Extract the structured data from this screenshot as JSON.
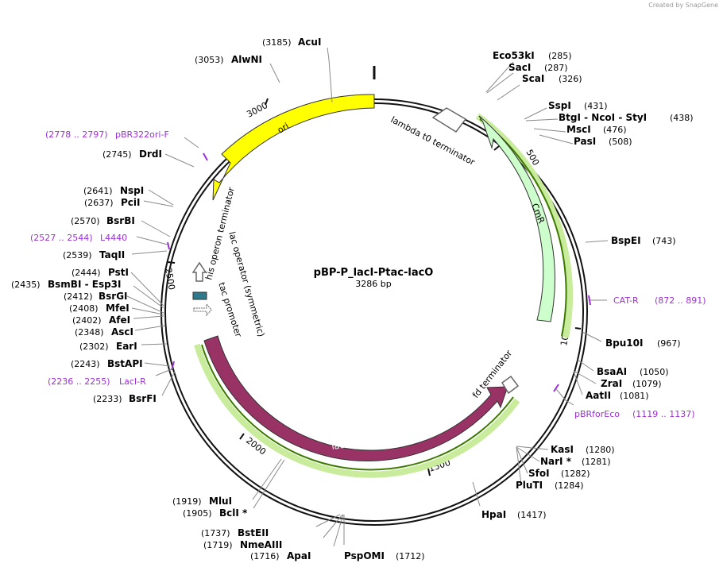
{
  "credit": "Created by SnapGene",
  "plasmid": {
    "name": "pBP-P_lacI-Ptac-lacO",
    "length": "3286 bp"
  },
  "ticks": [
    "500",
    "1000",
    "1500",
    "2000",
    "2500",
    "3000"
  ],
  "sites": [
    {
      "name": "AcuI",
      "pos": "(3185)"
    },
    {
      "name": "AlwNI",
      "pos": "(3053)"
    },
    {
      "name": "Eco53kI",
      "pos": "(285)"
    },
    {
      "name": "SacI",
      "pos": "(287)"
    },
    {
      "name": "ScaI",
      "pos": "(326)"
    },
    {
      "name": "SspI",
      "pos": "(431)"
    },
    {
      "name": "BtgI - NcoI - StyI",
      "pos": "(438)"
    },
    {
      "name": "MscI",
      "pos": "(476)"
    },
    {
      "name": "PasI",
      "pos": "(508)"
    },
    {
      "name": "BspEI",
      "pos": "(743)"
    },
    {
      "name": "Bpu10I",
      "pos": "(967)"
    },
    {
      "name": "BsaAI",
      "pos": "(1050)"
    },
    {
      "name": "ZraI",
      "pos": "(1079)"
    },
    {
      "name": "AatII",
      "pos": "(1081)"
    },
    {
      "name": "KasI",
      "pos": "(1280)"
    },
    {
      "name": "NarI *",
      "pos": "(1281)"
    },
    {
      "name": "SfoI",
      "pos": "(1282)"
    },
    {
      "name": "PluTI",
      "pos": "(1284)"
    },
    {
      "name": "HpaI",
      "pos": "(1417)"
    },
    {
      "name": "PspOMI",
      "pos": "(1712)"
    },
    {
      "name": "ApaI",
      "pos": "(1716)"
    },
    {
      "name": "NmeAIII",
      "pos": "(1719)"
    },
    {
      "name": "BstEII",
      "pos": "(1737)"
    },
    {
      "name": "BclI *",
      "pos": "(1905)"
    },
    {
      "name": "MluI",
      "pos": "(1919)"
    },
    {
      "name": "BsrFI",
      "pos": "(2233)"
    },
    {
      "name": "BstAPI",
      "pos": "(2243)"
    },
    {
      "name": "EarI",
      "pos": "(2302)"
    },
    {
      "name": "AscI",
      "pos": "(2348)"
    },
    {
      "name": "AfeI",
      "pos": "(2402)"
    },
    {
      "name": "MfeI",
      "pos": "(2408)"
    },
    {
      "name": "BsrGI",
      "pos": "(2412)"
    },
    {
      "name": "BsmBI - Esp3I",
      "pos": "(2435)"
    },
    {
      "name": "PstI",
      "pos": "(2444)"
    },
    {
      "name": "TaqII",
      "pos": "(2539)"
    },
    {
      "name": "BsrBI",
      "pos": "(2570)"
    },
    {
      "name": "PciI",
      "pos": "(2637)"
    },
    {
      "name": "NspI",
      "pos": "(2641)"
    },
    {
      "name": "DrdI",
      "pos": "(2745)"
    }
  ],
  "primers": [
    {
      "name": "CAT-R",
      "range": "(872 .. 891)"
    },
    {
      "name": "pBRforEco",
      "range": "(1119 .. 1137)"
    },
    {
      "name": "LacI-R",
      "range": "(2236 .. 2255)"
    },
    {
      "name": "L4440",
      "range": "(2527 .. 2544)"
    },
    {
      "name": "pBR322ori-F",
      "range": "(2778 .. 2797)"
    }
  ],
  "features": {
    "ori": "ori",
    "cmr": "CmR",
    "laci": "lacI",
    "lambda": "lambda t0 terminator",
    "fd": "fd terminator",
    "his": "his operon terminator",
    "laco": "lac operator (symmetric)",
    "tac": "tac promoter"
  },
  "colors": {
    "ori": "#ffff00",
    "cmr": "#ccffcc",
    "laci": "#993366",
    "highlight": "#c8ec9b",
    "highlight_line": "#3c7a00",
    "primer": "#9b30d4",
    "laco_box": "#2c7a8c"
  }
}
